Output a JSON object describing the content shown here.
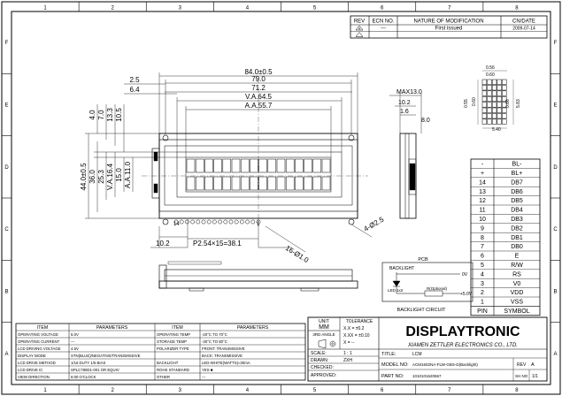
{
  "frame": {
    "col_labels": [
      "1",
      "2",
      "3",
      "4",
      "5",
      "6",
      "7",
      "8"
    ],
    "row_labels": [
      "F",
      "E",
      "D",
      "C",
      "B",
      "A"
    ]
  },
  "revision": {
    "headers": [
      "REV",
      "ECN NO.",
      "NATURE OF MODIFICATION",
      "CN/DATE"
    ],
    "row": {
      "rev": "A",
      "ecn": "---",
      "nature": "First issued",
      "date": "2009-07-14"
    }
  },
  "dims": {
    "top": [
      "84.0±0.5",
      "79.0",
      "71.2",
      "V.A.64.5",
      "A.A.55.7"
    ],
    "left_top": [
      "2.5",
      "6.4"
    ],
    "vertical": [
      "4.0",
      "7.0",
      "13.3",
      "10.5"
    ],
    "height": [
      "44.0±0.5",
      "36.0",
      "25.3",
      "V.A.16.4",
      "A.A.11.0",
      "15.0"
    ],
    "bottom": [
      "10.2",
      "P2.54×15=38.1",
      "16-Ø1.0",
      "4-Ø2.5"
    ],
    "pin_marks": [
      "14",
      "1"
    ],
    "side": [
      "MAX13.0",
      "10.2",
      "1.6",
      "8.0"
    ],
    "char": [
      "0.56",
      "0.60",
      "5.40",
      "0.60",
      "0.55",
      "0.66",
      "5.83"
    ]
  },
  "pins": [
    {
      "no": "-",
      "sym": "BL-"
    },
    {
      "no": "+",
      "sym": "BL+"
    },
    {
      "no": "14",
      "sym": "DB7"
    },
    {
      "no": "13",
      "sym": "DB6"
    },
    {
      "no": "12",
      "sym": "DB5"
    },
    {
      "no": "11",
      "sym": "DB4"
    },
    {
      "no": "10",
      "sym": "DB3"
    },
    {
      "no": "9",
      "sym": "DB2"
    },
    {
      "no": "8",
      "sym": "DB1"
    },
    {
      "no": "7",
      "sym": "DB0"
    },
    {
      "no": "6",
      "sym": "E"
    },
    {
      "no": "5",
      "sym": "R/W"
    },
    {
      "no": "4",
      "sym": "RS"
    },
    {
      "no": "3",
      "sym": "V0"
    },
    {
      "no": "2",
      "sym": "VDD"
    },
    {
      "no": "1",
      "sym": "VSS"
    }
  ],
  "pin_header": {
    "no": "PIN",
    "sym": "SYMBOL"
  },
  "circuit": {
    "pcb": "PCB",
    "backlight": "BACKLIGHT",
    "led": "LED 1x2",
    "resistor": "R(Optional)",
    "v0": "0V",
    "v5": "+5.0V",
    "caption": "BACKLIGHT CIRCUIT"
  },
  "params": {
    "headers": [
      "ITEM",
      "PARAMETERS",
      "ITEM",
      "PARAMETERS"
    ],
    "rows": [
      [
        "OPERATING VOLTAGE",
        "5.0V",
        "OPERATING TEMP",
        "-20°C TO 70°C"
      ],
      [
        "OPERATING CURRENT",
        "---",
        "STORAGE TEMP",
        "-30°C TO 80°C"
      ],
      [
        "LCD DRIVING VOLTAGE",
        "4.5V",
        "POLARIZER TYPE",
        "FRONT: TRANSMISSIVE"
      ],
      [
        "DISPLAY MODE",
        "STN(BLUE)/NEGATIVE/TRANSMISSIVE",
        "",
        "BACK: TRANSMISSIVE"
      ],
      [
        "LCD DRIVE METHOD",
        "1/16 DUTY 1/5 BIAS",
        "BACKLIGHT",
        "LED-WHITE(WATTS)≈30mA"
      ],
      [
        "LCD DRIVE IC",
        "SPLC780D1-001 OR EQUIV",
        "ROHS STANDARD",
        "YES ■"
      ],
      [
        "VIEW DIRECTION",
        "6:00 O'CLOCK",
        "OTHER",
        "---"
      ]
    ]
  },
  "title_block": {
    "unit_label": "UNIT",
    "unit": "MM",
    "angle_label": "3RD ANGLE",
    "tolerance_label": "TOLERANCE",
    "tol1": "X.X  = ±0.2",
    "tol2": "X.XX = ±0.10",
    "tol3": "X  =  --",
    "brand": "DISPLAYTRONIC",
    "company": "XIAMEN ZETTLER ELECTRONICS CO., LTD.",
    "scale_label": "SCALE:",
    "scale": "1 : 1",
    "drawn_label": "DRAWN:",
    "drawn": "ZXH",
    "checked_label": "CHECKED:",
    "approved_label": "APPROVED:",
    "title_label": "TITLE:",
    "title": "LCM",
    "model_label": "MODEL NO:",
    "model": "ACM1602NA-FLW-GBS-D(Backlight)",
    "rev_label": "REV",
    "rev": "A",
    "part_label": "PART NO:",
    "part": "1010101620567",
    "sheet_label": "SH NO",
    "sheet": "1/1"
  }
}
